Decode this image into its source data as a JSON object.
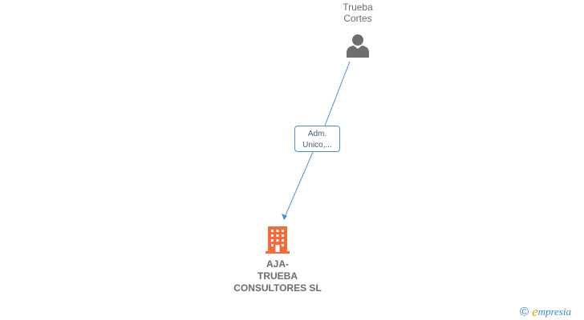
{
  "person": {
    "name_line1": "Trueba",
    "name_line2": "Cortes",
    "icon": "person-icon"
  },
  "relation": {
    "line1": "Adm.",
    "line2": "Unico,..."
  },
  "company": {
    "line1": "AJA-",
    "line2": "TRUEBA",
    "line3": "CONSULTORES SL",
    "icon": "building-icon"
  },
  "brand": {
    "copyright": "©",
    "e": "e",
    "rest": "mpresia"
  },
  "colors": {
    "edge": "#4a90d9",
    "person": "#6e6e6e",
    "company": "#f26b38",
    "text": "#6b6b6b"
  }
}
